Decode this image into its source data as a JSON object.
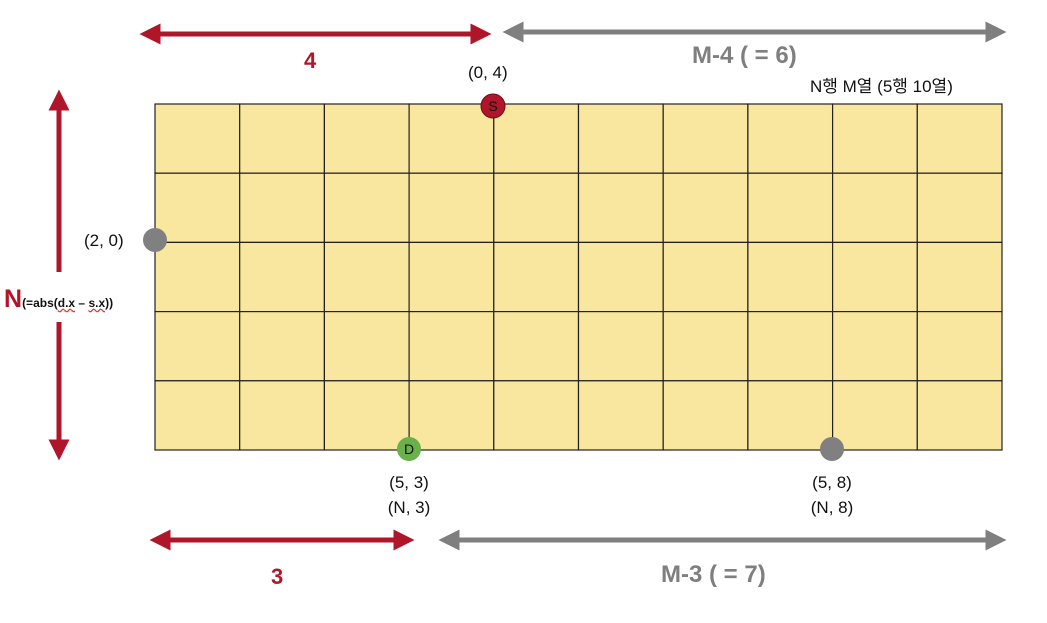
{
  "diagram": {
    "rows": 5,
    "cols": 10,
    "colors": {
      "cell_fill": "#f9e79f",
      "grid_line": "#222222",
      "red_arrow": "#b0162a",
      "gray_arrow": "#7f7f7f",
      "start_dot": "#b0162a",
      "dest_dot": "#6ab04c",
      "gray_dot": "#808080"
    },
    "title_label": "N행 M열 (5행 10열)",
    "top": {
      "left_length_label": "4",
      "right_length_label": "M-4 ( = 6)"
    },
    "bottom": {
      "left_length_label": "3",
      "right_length_label": "M-3 ( = 7)"
    },
    "vertical": {
      "letter": "N",
      "formula_prefix": "(=abs(",
      "formula_middle": "d.x",
      "formula_dash": " – ",
      "formula_s": "s.x",
      "formula_suffix": "))"
    },
    "points": {
      "start": {
        "letter": "S",
        "label": "(0, 4)"
      },
      "left": {
        "label": "(2, 0)"
      },
      "dest": {
        "letter": "D",
        "label_line1": "(5, 3)",
        "label_line2": "(N, 3)"
      },
      "bottom_right": {
        "label_line1": "(5, 8)",
        "label_line2": "(N, 8)"
      }
    }
  }
}
